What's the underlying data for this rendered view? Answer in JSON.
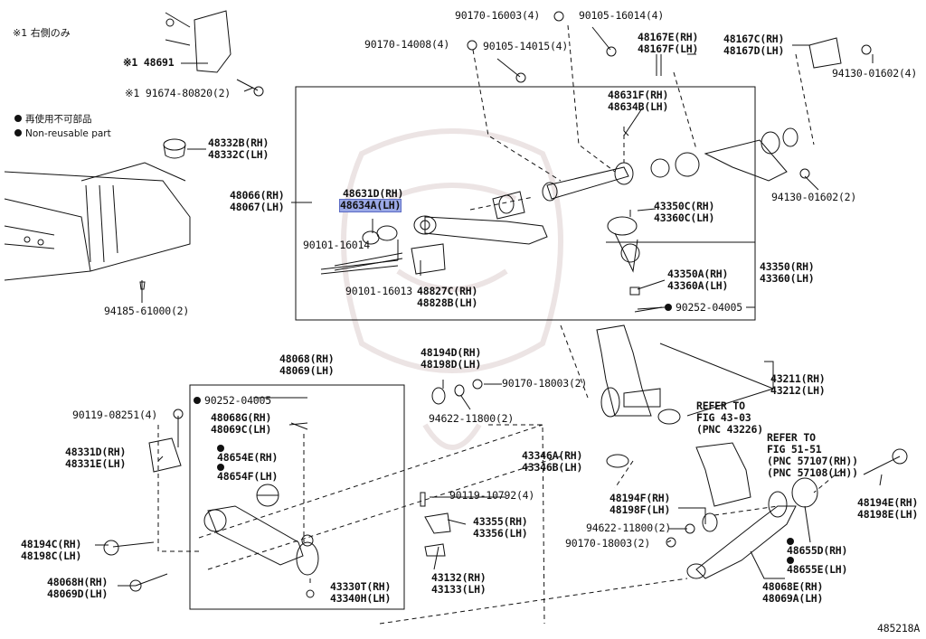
{
  "notes": {
    "rh_only": "※1 右側のみ",
    "nonreusable_jp": "再使用不可部品",
    "nonreusable_en": "Non-reusable part"
  },
  "figure_id": "485218A",
  "refer1": {
    "l1": "REFER TO",
    "l2": "FIG 43-03",
    "l3": "(PNC 43226)"
  },
  "refer2": {
    "l1": "REFER TO",
    "l2": "FIG 51-51",
    "l3": "(PNC 57107(RH))",
    "l4": "(PNC 57108(LH))"
  },
  "parts": {
    "p48691": "※1 48691",
    "p191674": "※1 91674-80820(2)",
    "p48332": [
      "48332B(RH)",
      "48332C(LH)"
    ],
    "p94185": "94185-61000(2)",
    "p48066": [
      "48066(RH)",
      "48067(LH)"
    ],
    "p48631D": "48631D(RH)",
    "p48634A": "48634A(LH)",
    "p90101a": "90101-16014",
    "p90101b": "90101-16013",
    "p48827": [
      "48827C(RH)",
      "48828B(LH)"
    ],
    "p90170_16003": "90170-16003(4)",
    "p90105_16014": "90105-16014(4)",
    "p90170_14008": "90170-14008(4)",
    "p90105_14015": "90105-14015(4)",
    "p48167EF": [
      "48167E(RH)",
      "48167F(LH)"
    ],
    "p48167CD": [
      "48167C(RH)",
      "48167D(LH)"
    ],
    "p94130a": "94130-01602(4)",
    "p48631F": [
      "48631F(RH)",
      "48634B(LH)"
    ],
    "p94130b": "94130-01602(2)",
    "p43350C": [
      "43350C(RH)",
      "43360C(LH)"
    ],
    "p43350A": [
      "43350A(RH)",
      "43360A(LH)"
    ],
    "p43350": [
      "43350(RH)",
      "43360(LH)"
    ],
    "p90252_top": "90252-04005",
    "p43211": [
      "43211(RH)",
      "43212(LH)"
    ],
    "p48068": [
      "48068(RH)",
      "48069(LH)"
    ],
    "p90252_low": "90252-04005",
    "p48068G": [
      "48068G(RH)",
      "48069C(LH)"
    ],
    "p48654": [
      "48654E(RH)",
      "48654F(LH)"
    ],
    "p90119_08251": "90119-08251(4)",
    "p48331": [
      "48331D(RH)",
      "48331E(LH)"
    ],
    "p48194C": [
      "48194C(RH)",
      "48198C(LH)"
    ],
    "p48068H": [
      "48068H(RH)",
      "48069D(LH)"
    ],
    "p48194D": [
      "48194D(RH)",
      "48198D(LH)"
    ],
    "p90170_18003a": "90170-18003(2)",
    "p94622a": "94622-11800(2)",
    "p43346": [
      "43346A(RH)",
      "43346B(LH)"
    ],
    "p90119_10792": "90119-10792(4)",
    "p43355": [
      "43355(RH)",
      "43356(LH)"
    ],
    "p43132": [
      "43132(RH)",
      "43133(LH)"
    ],
    "p43330": [
      "43330T(RH)",
      "43340H(LH)"
    ],
    "p48194F": [
      "48194F(RH)",
      "48198F(LH)"
    ],
    "p94622b": "94622-11800(2)",
    "p90170_18003b": "90170-18003(2)",
    "p48655": [
      "48655D(RH)",
      "48655E(LH)"
    ],
    "p48068E": [
      "48068E(RH)",
      "48069A(LH)"
    ],
    "p48194E": [
      "48194E(RH)",
      "48198E(LH)"
    ]
  }
}
